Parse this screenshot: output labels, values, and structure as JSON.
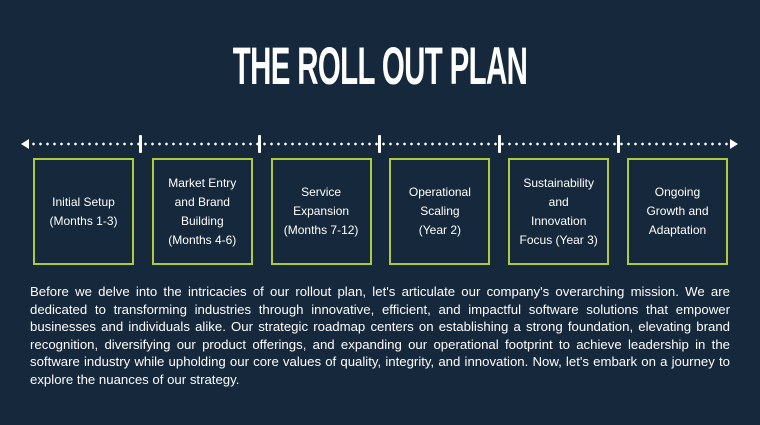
{
  "slide": {
    "title": "THE ROLL OUT PLAN",
    "colors": {
      "background": "#16283b",
      "accent_green": "#aecb3e",
      "text": "#ffffff"
    }
  },
  "timeline": {
    "icons": {
      "left_arrow": "◀",
      "right_arrow": "▶"
    },
    "tick_count": 5,
    "phases": [
      {
        "label": "Initial Setup\n(Months 1-3)"
      },
      {
        "label": "Market Entry\nand Brand\nBuilding\n(Months 4-6)"
      },
      {
        "label": "Service\nExpansion\n(Months 7-12)"
      },
      {
        "label": "Operational\nScaling\n(Year 2)"
      },
      {
        "label": "Sustainability\nand\nInnovation\nFocus (Year 3)"
      },
      {
        "label": "Ongoing\nGrowth and\nAdaptation"
      }
    ]
  },
  "body": {
    "paragraph": "Before we delve into the intricacies of our rollout plan, let's articulate our company's overarching mission. We are dedicated to transforming industries through innovative, efficient, and impactful software solutions that empower businesses and individuals alike. Our strategic roadmap centers on establishing a strong foundation, elevating brand recognition, diversifying our product offerings, and expanding our operational footprint to achieve leadership in the software industry while upholding our core values of quality, integrity, and innovation. Now, let's embark on a journey to explore the nuances of our strategy."
  }
}
